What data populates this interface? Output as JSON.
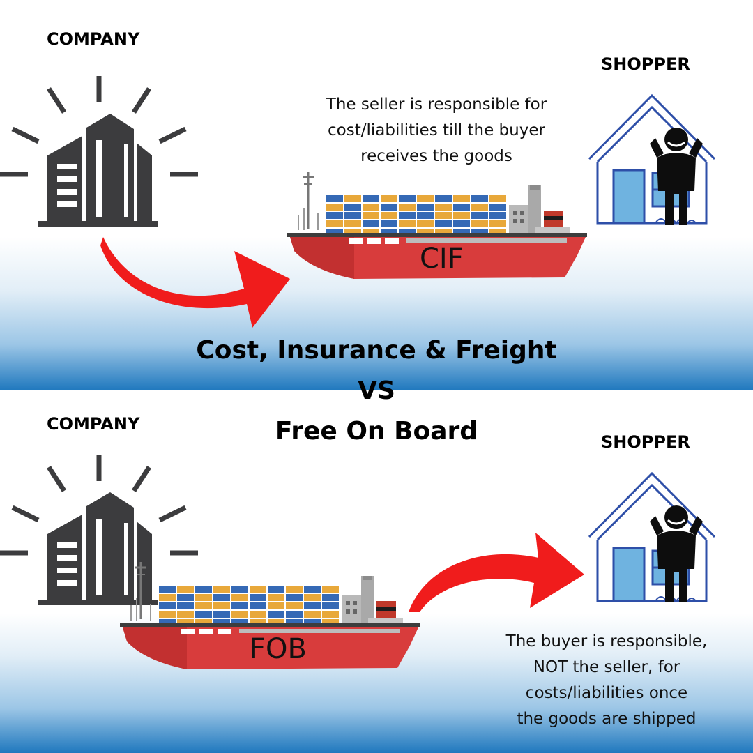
{
  "top": {
    "company_label": "COMPANY",
    "shopper_label": "SHOPPER",
    "description": [
      "The seller is responsible for",
      "cost/liabilities till the buyer",
      "receives the goods"
    ],
    "ship_label": "CIF"
  },
  "title": {
    "line1": "Cost, Insurance & Freight",
    "line2": "VS",
    "line3": "Free On Board"
  },
  "bottom": {
    "company_label": "COMPANY",
    "shopper_label": "SHOPPER",
    "description": [
      "The buyer is responsible,",
      "NOT the seller, for",
      "costs/liabilities once",
      "the goods are shipped"
    ],
    "ship_label": "FOB"
  },
  "colors": {
    "arrow": "#f01c1c",
    "hull": "#d83c3c",
    "building": "#3c3c3e",
    "house": "#2e4fa8",
    "house_fill": "#6fb3e0",
    "sea": "#1f78be",
    "container_blue": "#3569b5",
    "container_orange": "#e8a83a"
  },
  "icons": [
    "company-building-icon",
    "shopper-house-icon",
    "person-icon",
    "cargo-ship-icon",
    "red-arrow-icon"
  ]
}
